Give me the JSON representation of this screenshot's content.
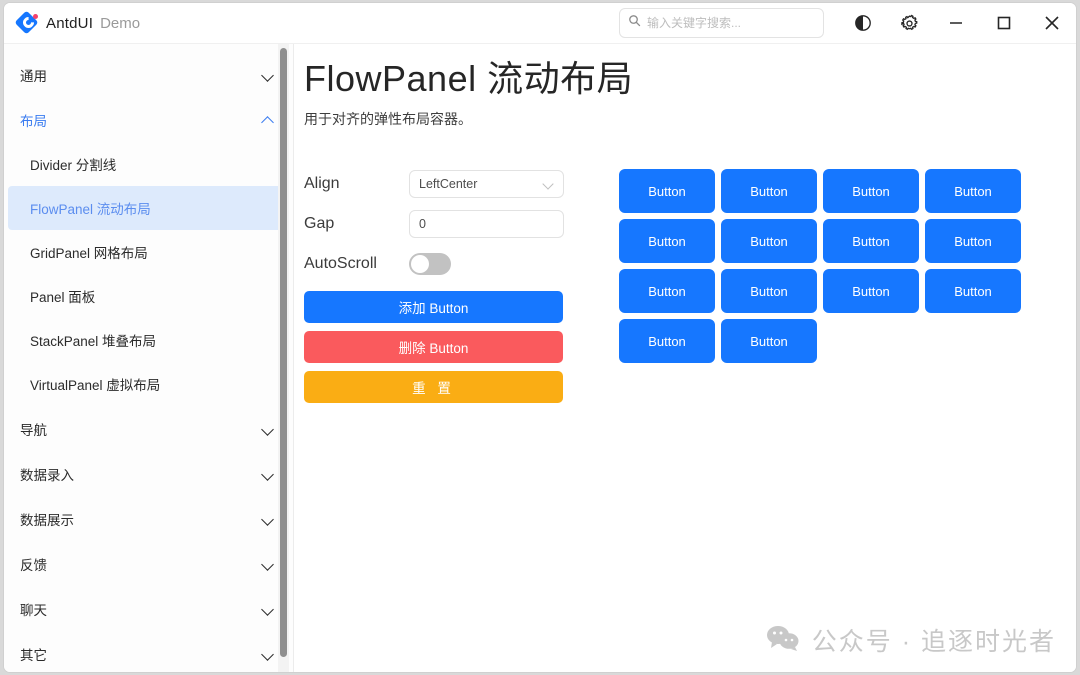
{
  "window": {
    "app_name": "AntdUI",
    "app_mode": "Demo",
    "logo_icon": "antdui-logo-icon"
  },
  "titlebar": {
    "search": {
      "placeholder": "输入关键字搜索...",
      "value": "",
      "icon": "search-icon"
    },
    "buttons": [
      {
        "name": "theme-toggle-button",
        "icon": "contrast-icon"
      },
      {
        "name": "settings-button",
        "icon": "gear-icon"
      },
      {
        "name": "minimize-button",
        "icon": "minimize-icon"
      },
      {
        "name": "maximize-button",
        "icon": "maximize-icon"
      },
      {
        "name": "close-button",
        "icon": "close-icon"
      }
    ]
  },
  "sidebar": {
    "groups": [
      {
        "label": "通用",
        "expanded": false,
        "chevron": "chevron-down-icon"
      },
      {
        "label": "布局",
        "expanded": true,
        "chevron": "chevron-up-icon"
      }
    ],
    "items": [
      {
        "label": "Divider 分割线",
        "selected": false
      },
      {
        "label": "FlowPanel 流动布局",
        "selected": true
      },
      {
        "label": "GridPanel 网格布局",
        "selected": false
      },
      {
        "label": "Panel 面板",
        "selected": false
      },
      {
        "label": "StackPanel 堆叠布局",
        "selected": false
      },
      {
        "label": "VirtualPanel 虚拟布局",
        "selected": false
      }
    ],
    "groups_bottom": [
      {
        "label": "导航",
        "expanded": false,
        "chevron": "chevron-down-icon"
      },
      {
        "label": "数据录入",
        "expanded": false,
        "chevron": "chevron-down-icon"
      },
      {
        "label": "数据展示",
        "expanded": false,
        "chevron": "chevron-down-icon"
      },
      {
        "label": "反馈",
        "expanded": false,
        "chevron": "chevron-down-icon"
      },
      {
        "label": "聊天",
        "expanded": false,
        "chevron": "chevron-down-icon"
      },
      {
        "label": "其它",
        "expanded": false,
        "chevron": "chevron-down-icon"
      }
    ]
  },
  "main": {
    "title": "FlowPanel 流动布局",
    "description": "用于对齐的弹性布局容器。",
    "form": {
      "align": {
        "label": "Align",
        "value": "LeftCenter",
        "caret": "chevron-down-icon"
      },
      "gap": {
        "label": "Gap",
        "value": "0"
      },
      "autoscroll": {
        "label": "AutoScroll",
        "checked": false
      }
    },
    "actions": [
      {
        "label": "添加 Button",
        "color": "#1677ff",
        "name": "add-button-button"
      },
      {
        "label": "删除 Button",
        "color": "#fa5a5d",
        "name": "delete-button-button"
      },
      {
        "label": "重 置",
        "color": "#faad14",
        "name": "reset-button"
      }
    ],
    "flow_buttons": [
      "Button",
      "Button",
      "Button",
      "Button",
      "Button",
      "Button",
      "Button",
      "Button",
      "Button",
      "Button",
      "Button",
      "Button",
      "Button",
      "Button"
    ],
    "flow_button_count": 14
  },
  "watermark": {
    "icon": "wechat-icon",
    "text": "公众号 · 追逐时光者"
  },
  "colors": {
    "primary": "#1677ff",
    "danger": "#fa5a5d",
    "warning": "#faad14",
    "selected_bg": "#ddeafc",
    "selected_text": "#5b8def"
  }
}
